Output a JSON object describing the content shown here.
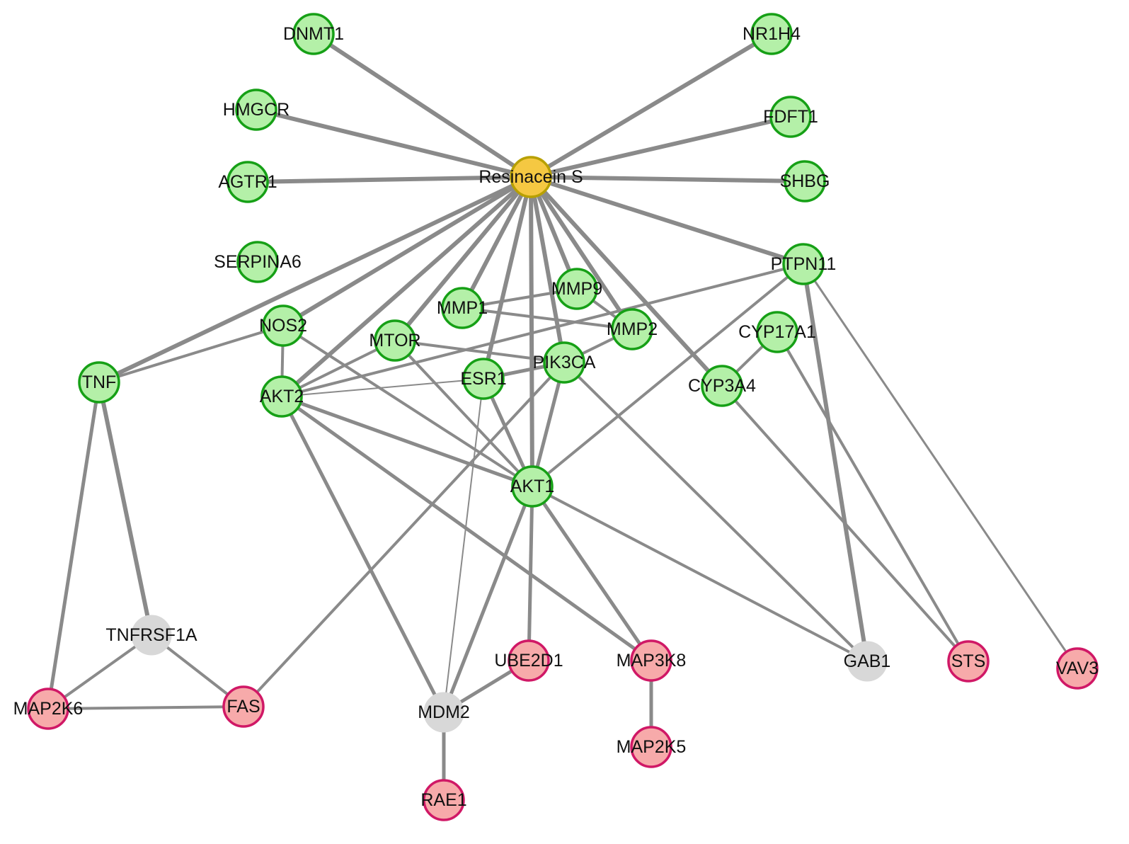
{
  "colors": {
    "edge": "#8a8a8a",
    "compound_fill": "#f5c842",
    "compound_stroke": "#b8a000",
    "target_fill": "#b4f0a8",
    "target_stroke": "#16a016",
    "disease_fill": "#f7aaaa",
    "disease_stroke": "#d01866",
    "neutral_fill": "#d8d8d8",
    "neutral_stroke": "#d8d8d8"
  },
  "nodes": [
    {
      "id": "resinacein-s",
      "label": "Resinacein S",
      "type": "compound"
    },
    {
      "id": "dnmt1",
      "label": "DNMT1",
      "type": "target"
    },
    {
      "id": "nr1h4",
      "label": "NR1H4",
      "type": "target"
    },
    {
      "id": "hmgcr",
      "label": "HMGCR",
      "type": "target"
    },
    {
      "id": "fdft1",
      "label": "FDFT1",
      "type": "target"
    },
    {
      "id": "agtr1",
      "label": "AGTR1",
      "type": "target"
    },
    {
      "id": "shbg",
      "label": "SHBG",
      "type": "target"
    },
    {
      "id": "serpina6",
      "label": "SERPINA6",
      "type": "target"
    },
    {
      "id": "ptpn11",
      "label": "PTPN11",
      "type": "target"
    },
    {
      "id": "mmp9",
      "label": "MMP9",
      "type": "target"
    },
    {
      "id": "mmp1",
      "label": "MMP1",
      "type": "target"
    },
    {
      "id": "nos2",
      "label": "NOS2",
      "type": "target"
    },
    {
      "id": "mmp2",
      "label": "MMP2",
      "type": "target"
    },
    {
      "id": "cyp17a1",
      "label": "CYP17A1",
      "type": "target"
    },
    {
      "id": "mtor",
      "label": "MTOR",
      "type": "target"
    },
    {
      "id": "pik3ca",
      "label": "PIK3CA",
      "type": "target"
    },
    {
      "id": "tnf",
      "label": "TNF",
      "type": "target"
    },
    {
      "id": "esr1",
      "label": "ESR1",
      "type": "target"
    },
    {
      "id": "cyp3a4",
      "label": "CYP3A4",
      "type": "target"
    },
    {
      "id": "akt2",
      "label": "AKT2",
      "type": "target"
    },
    {
      "id": "akt1",
      "label": "AKT1",
      "type": "target"
    },
    {
      "id": "tnfrsf1a",
      "label": "TNFRSF1A",
      "type": "neutral"
    },
    {
      "id": "ube2d1",
      "label": "UBE2D1",
      "type": "disease"
    },
    {
      "id": "map3k8",
      "label": "MAP3K8",
      "type": "disease"
    },
    {
      "id": "gab1",
      "label": "GAB1",
      "type": "neutral"
    },
    {
      "id": "sts",
      "label": "STS",
      "type": "disease"
    },
    {
      "id": "vav3",
      "label": "VAV3",
      "type": "disease"
    },
    {
      "id": "map2k6",
      "label": "MAP2K6",
      "type": "disease"
    },
    {
      "id": "fas",
      "label": "FAS",
      "type": "disease"
    },
    {
      "id": "mdm2",
      "label": "MDM2",
      "type": "neutral"
    },
    {
      "id": "map2k5",
      "label": "MAP2K5",
      "type": "disease"
    },
    {
      "id": "rae1",
      "label": "RAE1",
      "type": "disease"
    }
  ],
  "edges": [
    {
      "source": "resinacein-s",
      "target": "dnmt1",
      "weight": 6
    },
    {
      "source": "resinacein-s",
      "target": "nr1h4",
      "weight": 6
    },
    {
      "source": "resinacein-s",
      "target": "hmgcr",
      "weight": 6
    },
    {
      "source": "resinacein-s",
      "target": "fdft1",
      "weight": 6
    },
    {
      "source": "resinacein-s",
      "target": "agtr1",
      "weight": 6
    },
    {
      "source": "resinacein-s",
      "target": "shbg",
      "weight": 6
    },
    {
      "source": "resinacein-s",
      "target": "ptpn11",
      "weight": 6
    },
    {
      "source": "resinacein-s",
      "target": "mmp9",
      "weight": 6
    },
    {
      "source": "resinacein-s",
      "target": "mmp1",
      "weight": 6
    },
    {
      "source": "resinacein-s",
      "target": "nos2",
      "weight": 6
    },
    {
      "source": "resinacein-s",
      "target": "mmp2",
      "weight": 6
    },
    {
      "source": "resinacein-s",
      "target": "cyp3a4",
      "weight": 6
    },
    {
      "source": "resinacein-s",
      "target": "mtor",
      "weight": 6
    },
    {
      "source": "resinacein-s",
      "target": "pik3ca",
      "weight": 6
    },
    {
      "source": "resinacein-s",
      "target": "tnf",
      "weight": 6
    },
    {
      "source": "resinacein-s",
      "target": "esr1",
      "weight": 6
    },
    {
      "source": "resinacein-s",
      "target": "akt2",
      "weight": 6
    },
    {
      "source": "resinacein-s",
      "target": "akt1",
      "weight": 6
    },
    {
      "source": "mmp1",
      "target": "mmp9",
      "weight": 4
    },
    {
      "source": "mmp1",
      "target": "mmp2",
      "weight": 4
    },
    {
      "source": "mmp9",
      "target": "mmp2",
      "weight": 4
    },
    {
      "source": "nos2",
      "target": "tnf",
      "weight": 4
    },
    {
      "source": "nos2",
      "target": "akt2",
      "weight": 4
    },
    {
      "source": "nos2",
      "target": "akt1",
      "weight": 4
    },
    {
      "source": "mtor",
      "target": "akt2",
      "weight": 4
    },
    {
      "source": "mtor",
      "target": "pik3ca",
      "weight": 4
    },
    {
      "source": "mtor",
      "target": "akt1",
      "weight": 4
    },
    {
      "source": "akt2",
      "target": "esr1",
      "weight": 2
    },
    {
      "source": "akt2",
      "target": "akt1",
      "weight": 5
    },
    {
      "source": "akt2",
      "target": "map3k8",
      "weight": 5
    },
    {
      "source": "akt2",
      "target": "mdm2",
      "weight": 5
    },
    {
      "source": "pik3ca",
      "target": "esr1",
      "weight": 5
    },
    {
      "source": "pik3ca",
      "target": "mmp2",
      "weight": 4
    },
    {
      "source": "pik3ca",
      "target": "akt1",
      "weight": 5
    },
    {
      "source": "pik3ca",
      "target": "fas",
      "weight": 4
    },
    {
      "source": "pik3ca",
      "target": "gab1",
      "weight": 4
    },
    {
      "source": "esr1",
      "target": "akt1",
      "weight": 5
    },
    {
      "source": "esr1",
      "target": "mdm2",
      "weight": 2
    },
    {
      "source": "ptpn11",
      "target": "akt2",
      "weight": 4
    },
    {
      "source": "ptpn11",
      "target": "akt1",
      "weight": 4
    },
    {
      "source": "ptpn11",
      "target": "gab1",
      "weight": 6
    },
    {
      "source": "ptpn11",
      "target": "vav3",
      "weight": 3
    },
    {
      "source": "cyp17a1",
      "target": "cyp3a4",
      "weight": 4
    },
    {
      "source": "cyp17a1",
      "target": "sts",
      "weight": 4
    },
    {
      "source": "cyp3a4",
      "target": "sts",
      "weight": 4
    },
    {
      "source": "akt1",
      "target": "ube2d1",
      "weight": 5
    },
    {
      "source": "akt1",
      "target": "map3k8",
      "weight": 5
    },
    {
      "source": "akt1",
      "target": "mdm2",
      "weight": 5
    },
    {
      "source": "akt1",
      "target": "gab1",
      "weight": 4
    },
    {
      "source": "tnf",
      "target": "tnfrsf1a",
      "weight": 6
    },
    {
      "source": "tnf",
      "target": "map2k6",
      "weight": 5
    },
    {
      "source": "tnfrsf1a",
      "target": "map2k6",
      "weight": 4
    },
    {
      "source": "tnfrsf1a",
      "target": "fas",
      "weight": 4
    },
    {
      "source": "map2k6",
      "target": "fas",
      "weight": 4
    },
    {
      "source": "ube2d1",
      "target": "mdm2",
      "weight": 5
    },
    {
      "source": "mdm2",
      "target": "rae1",
      "weight": 5
    },
    {
      "source": "map3k8",
      "target": "map2k5",
      "weight": 5
    }
  ]
}
